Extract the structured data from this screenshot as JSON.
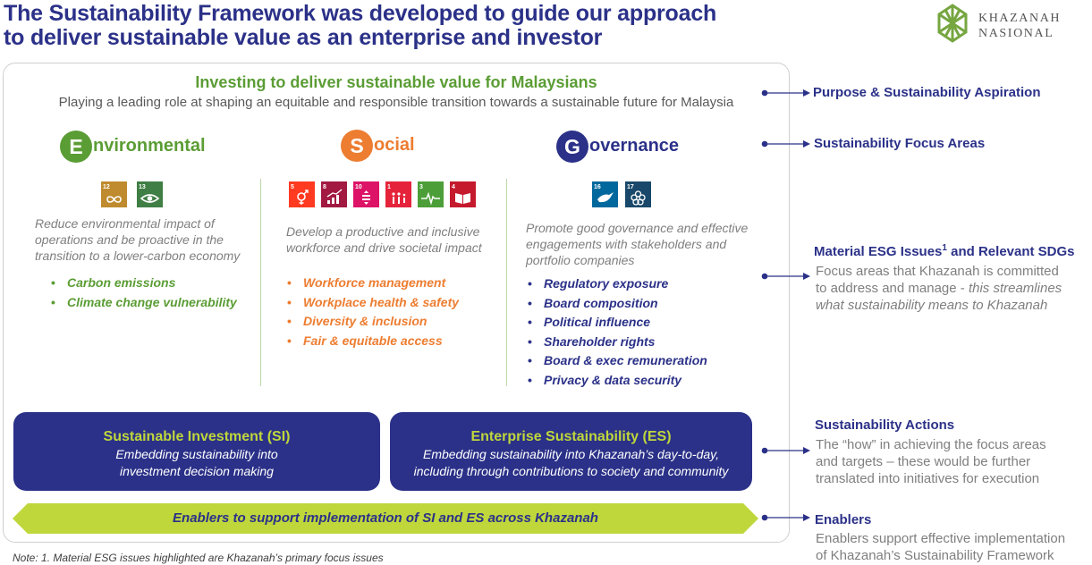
{
  "title": {
    "line1": "The Sustainability Framework was developed to guide our approach",
    "line2": "to deliver sustainable value as an enterprise and investor"
  },
  "logo": {
    "line1": "KHAZANAH",
    "line2": "NASIONAL",
    "icon": "khazanah-lattice-logo"
  },
  "framework": {
    "heading": "Investing to deliver sustainable value for Malaysians",
    "subheading": "Playing a leading role at shaping an equitable and responsible transition towards a sustainable future  for Malaysia"
  },
  "pillars": [
    {
      "letter": "E",
      "rest": "nvironmental",
      "color": "#5b9d35",
      "sdgs": [
        {
          "num": "12",
          "color": "#bf8b2e",
          "icon": "infinity-icon"
        },
        {
          "num": "13",
          "color": "#3f7e44",
          "icon": "eye-icon"
        }
      ],
      "description": "Reduce environmental impact of operations and be proactive in the transition to a lower-carbon economy",
      "issues": [
        "Carbon emissions",
        "Climate change vulnerability"
      ]
    },
    {
      "letter": "S",
      "rest": "ocial",
      "color": "#ed7d31",
      "sdgs": [
        {
          "num": "5",
          "color": "#ff3a21",
          "icon": "gender-icon"
        },
        {
          "num": "8",
          "color": "#a21942",
          "icon": "growth-chart-icon"
        },
        {
          "num": "10",
          "color": "#dd1367",
          "icon": "equality-icon"
        },
        {
          "num": "1",
          "color": "#e5243b",
          "icon": "family-icon"
        },
        {
          "num": "3",
          "color": "#4c9f38",
          "icon": "heartbeat-icon"
        },
        {
          "num": "4",
          "color": "#c5192d",
          "icon": "book-icon"
        }
      ],
      "description": "Develop a productive and inclusive workforce and drive societal impact",
      "issues": [
        "Workforce management",
        "Workplace health & safety",
        "Diversity & inclusion",
        "Fair & equitable access"
      ]
    },
    {
      "letter": "G",
      "rest": "overnance",
      "color": "#2b3188",
      "sdgs": [
        {
          "num": "16",
          "color": "#00689d",
          "icon": "dove-icon"
        },
        {
          "num": "17",
          "color": "#19486a",
          "icon": "flower-icon"
        }
      ],
      "description": "Promote good governance and effective engagements with stakeholders and portfolio companies",
      "issues": [
        "Regulatory exposure",
        "Board composition",
        "Political influence",
        "Shareholder rights",
        "Board & exec remuneration",
        "Privacy & data security"
      ]
    }
  ],
  "actions": {
    "si": {
      "title": "Sustainable Investment (SI)",
      "desc1": "Embedding sustainability into",
      "desc2": "investment decision making"
    },
    "es": {
      "title": "Enterprise Sustainability (ES)",
      "desc1": "Embedding sustainability into Khazanah’s day-to-day,",
      "desc2": "including through contributions to society and community"
    }
  },
  "enablers": {
    "text": "Enablers to support implementation  of SI and ES across Khazanah",
    "color": "#bfd73b"
  },
  "note": "Note: 1. Material ESG issues highlighted are Khazanah’s primary focus issues",
  "side": {
    "purpose": {
      "title": "Purpose & Sustainability Aspiration"
    },
    "focus": {
      "title": "Sustainability Focus Areas"
    },
    "material": {
      "title": "Material ESG Issues",
      "sup": "1",
      "title_tail": " and Relevant SDGs",
      "desc1": "Focus areas that Khazanah  is committed",
      "desc2": "to address and manage - ",
      "desc2_em": "this streamlines",
      "desc3_em": "what  sustainability means to Khazanah"
    },
    "actions": {
      "title": "Sustainability Actions",
      "desc1": "The “how” in achieving the focus areas",
      "desc2": "and targets – these would be further",
      "desc3": "translated into initiatives for execution"
    },
    "enablers": {
      "title": "Enablers",
      "desc1": "Enablers support effective implementation",
      "desc2": "of Khazanah’s Sustainability Framework"
    }
  },
  "colors": {
    "navy": "#2b3188",
    "green": "#5b9d35",
    "orange": "#ed7d31",
    "lime": "#bfd73b"
  }
}
